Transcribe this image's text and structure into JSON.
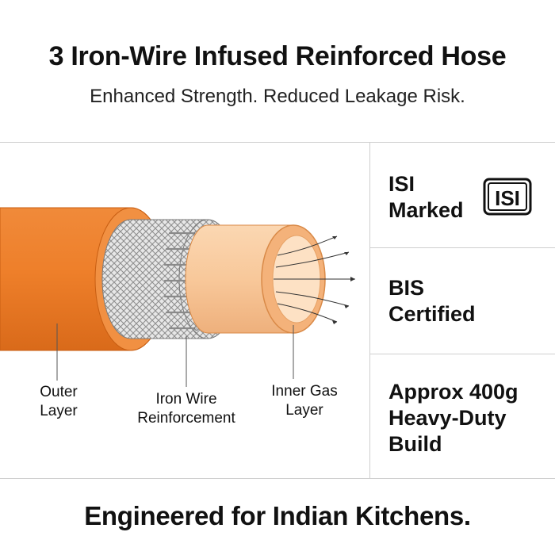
{
  "header": {
    "title": "3 Iron-Wire Infused Reinforced Hose",
    "subtitle": "Enhanced Strength. Reduced Leakage Risk."
  },
  "diagram": {
    "labels": {
      "outer": [
        "Outer",
        "Layer"
      ],
      "wire": [
        "Iron Wire",
        "Reinforcement"
      ],
      "inner": [
        "Inner Gas",
        "Layer"
      ]
    },
    "colors": {
      "outer_layer": "#ee7f2a",
      "inner_layer": "#f8c89a",
      "wire_mesh": "#9a9a9a"
    }
  },
  "features": [
    {
      "lines": [
        "ISI",
        "Marked"
      ],
      "icon": "isi-mark-icon",
      "logo_text": "ISI"
    },
    {
      "lines": [
        "BIS",
        "Certified"
      ]
    },
    {
      "lines": [
        "Approx 400g",
        "Heavy-Duty",
        "Build"
      ]
    }
  ],
  "footer": {
    "tagline": "Engineered for Indian Kitchens."
  }
}
